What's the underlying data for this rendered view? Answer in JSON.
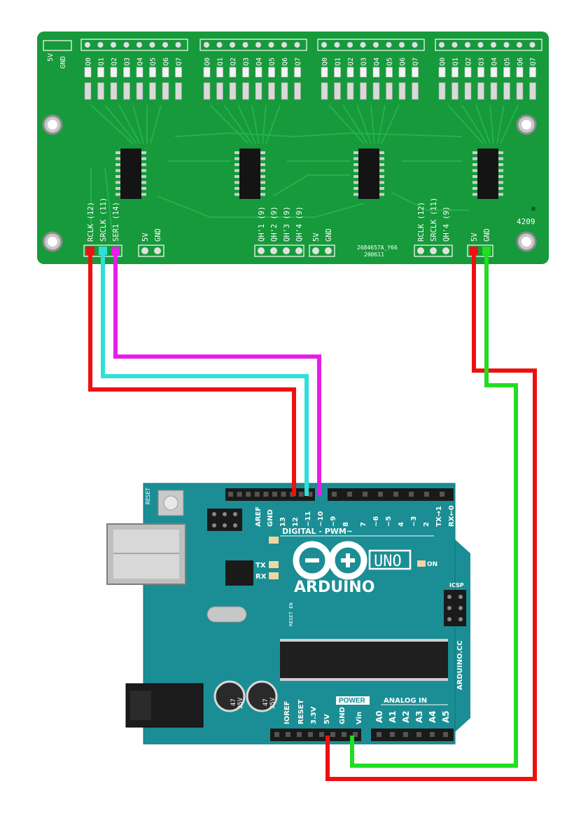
{
  "colors": {
    "pcb": "#169a3b",
    "pcb_trace": "#1fb04a",
    "arduino": "#1a8e94",
    "wire_red": "#ee1111",
    "wire_cyan": "#2ee0d6",
    "wire_magenta": "#e61ee6",
    "wire_green": "#22dd22",
    "header_black": "#1a1a1a"
  },
  "shift_board": {
    "top_power": [
      "5V",
      "GND"
    ],
    "output_labels": [
      "Q0",
      "Q1",
      "Q2",
      "Q3",
      "Q4",
      "Q5",
      "Q6",
      "Q7"
    ],
    "left_inputs": [
      "RCLK (12)",
      "SRCLK (11)",
      "SER1 (14)"
    ],
    "left_power": [
      "5V",
      "GND"
    ],
    "qh_outputs": [
      "QH'1 (9)",
      "QH'2 (9)",
      "QH'3 (9)",
      "QH'4 (9)"
    ],
    "mid_power": [
      "5V",
      "GND"
    ],
    "right_inputs": [
      "RCLK (12)",
      "SRCLK (11)",
      "QH'4 (9)"
    ],
    "right_power": [
      "5V",
      "GND"
    ],
    "board_id": "2684657A_Y66",
    "board_date": "200611",
    "corner_number": "4209"
  },
  "arduino": {
    "brand": "ARDUINO",
    "model": "UNO",
    "digital_label": "DIGITAL - PWM~",
    "digital_pins": [
      "AREF",
      "GND",
      "13",
      "12",
      "~11",
      "~10",
      "~9",
      "8",
      "7",
      "~6",
      "~5",
      "4",
      "~3",
      "2",
      "TX→1",
      "RX←0"
    ],
    "reset_label": "RESET",
    "tx_label": "TX",
    "rx_label": "RX",
    "on_label": "ON",
    "icsp_label": "ICSP",
    "power_label": "POWER",
    "analog_label": "ANALOG IN",
    "power_pins": [
      "IOREF",
      "RESET",
      "3.3V",
      "5V",
      "GND",
      "Vin"
    ],
    "analog_pins": [
      "A0",
      "A1",
      "A2",
      "A3",
      "A4",
      "A5"
    ],
    "website": "ARDUINO.CC",
    "cap_text": [
      "47",
      "25V"
    ],
    "reset_en": "RESET EN"
  }
}
